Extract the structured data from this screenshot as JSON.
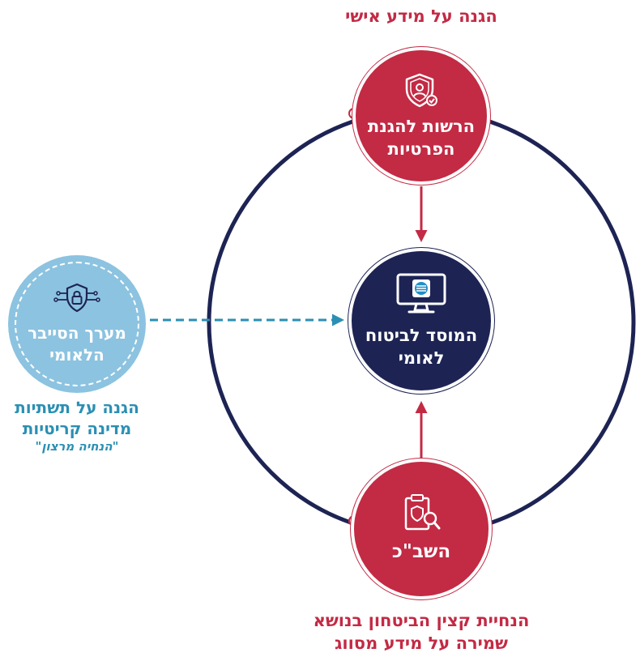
{
  "nodes": {
    "privacy": {
      "line1": "הרשות להגנת",
      "line2": "הפרטיות",
      "caption": "הגנה על מידע אישי"
    },
    "center": {
      "line1": "המוסד לביטוח",
      "line2": "לאומי"
    },
    "cyber": {
      "line1": "מערך הסייבר",
      "line2": "הלאומי",
      "caption_line1": "הגנה על תשתיות",
      "caption_line2": "מדינה קריטיות",
      "caption_quote": "\"הנחיה מרצון\""
    },
    "shabak": {
      "label": "השב\"כ",
      "caption_line1": "הנחיית קצין הביטחון בנושא",
      "caption_line2": "שמירה על מידע מסווג"
    }
  },
  "colors": {
    "crimson": "#c32a44",
    "navy": "#1d2454",
    "light_blue": "#8cc3e0",
    "teal_text": "#2b8fb3"
  },
  "icons": [
    "shield-user-icon",
    "monitor-logo-icon",
    "shield-lock-circuit-icon",
    "clipboard-search-icon"
  ]
}
